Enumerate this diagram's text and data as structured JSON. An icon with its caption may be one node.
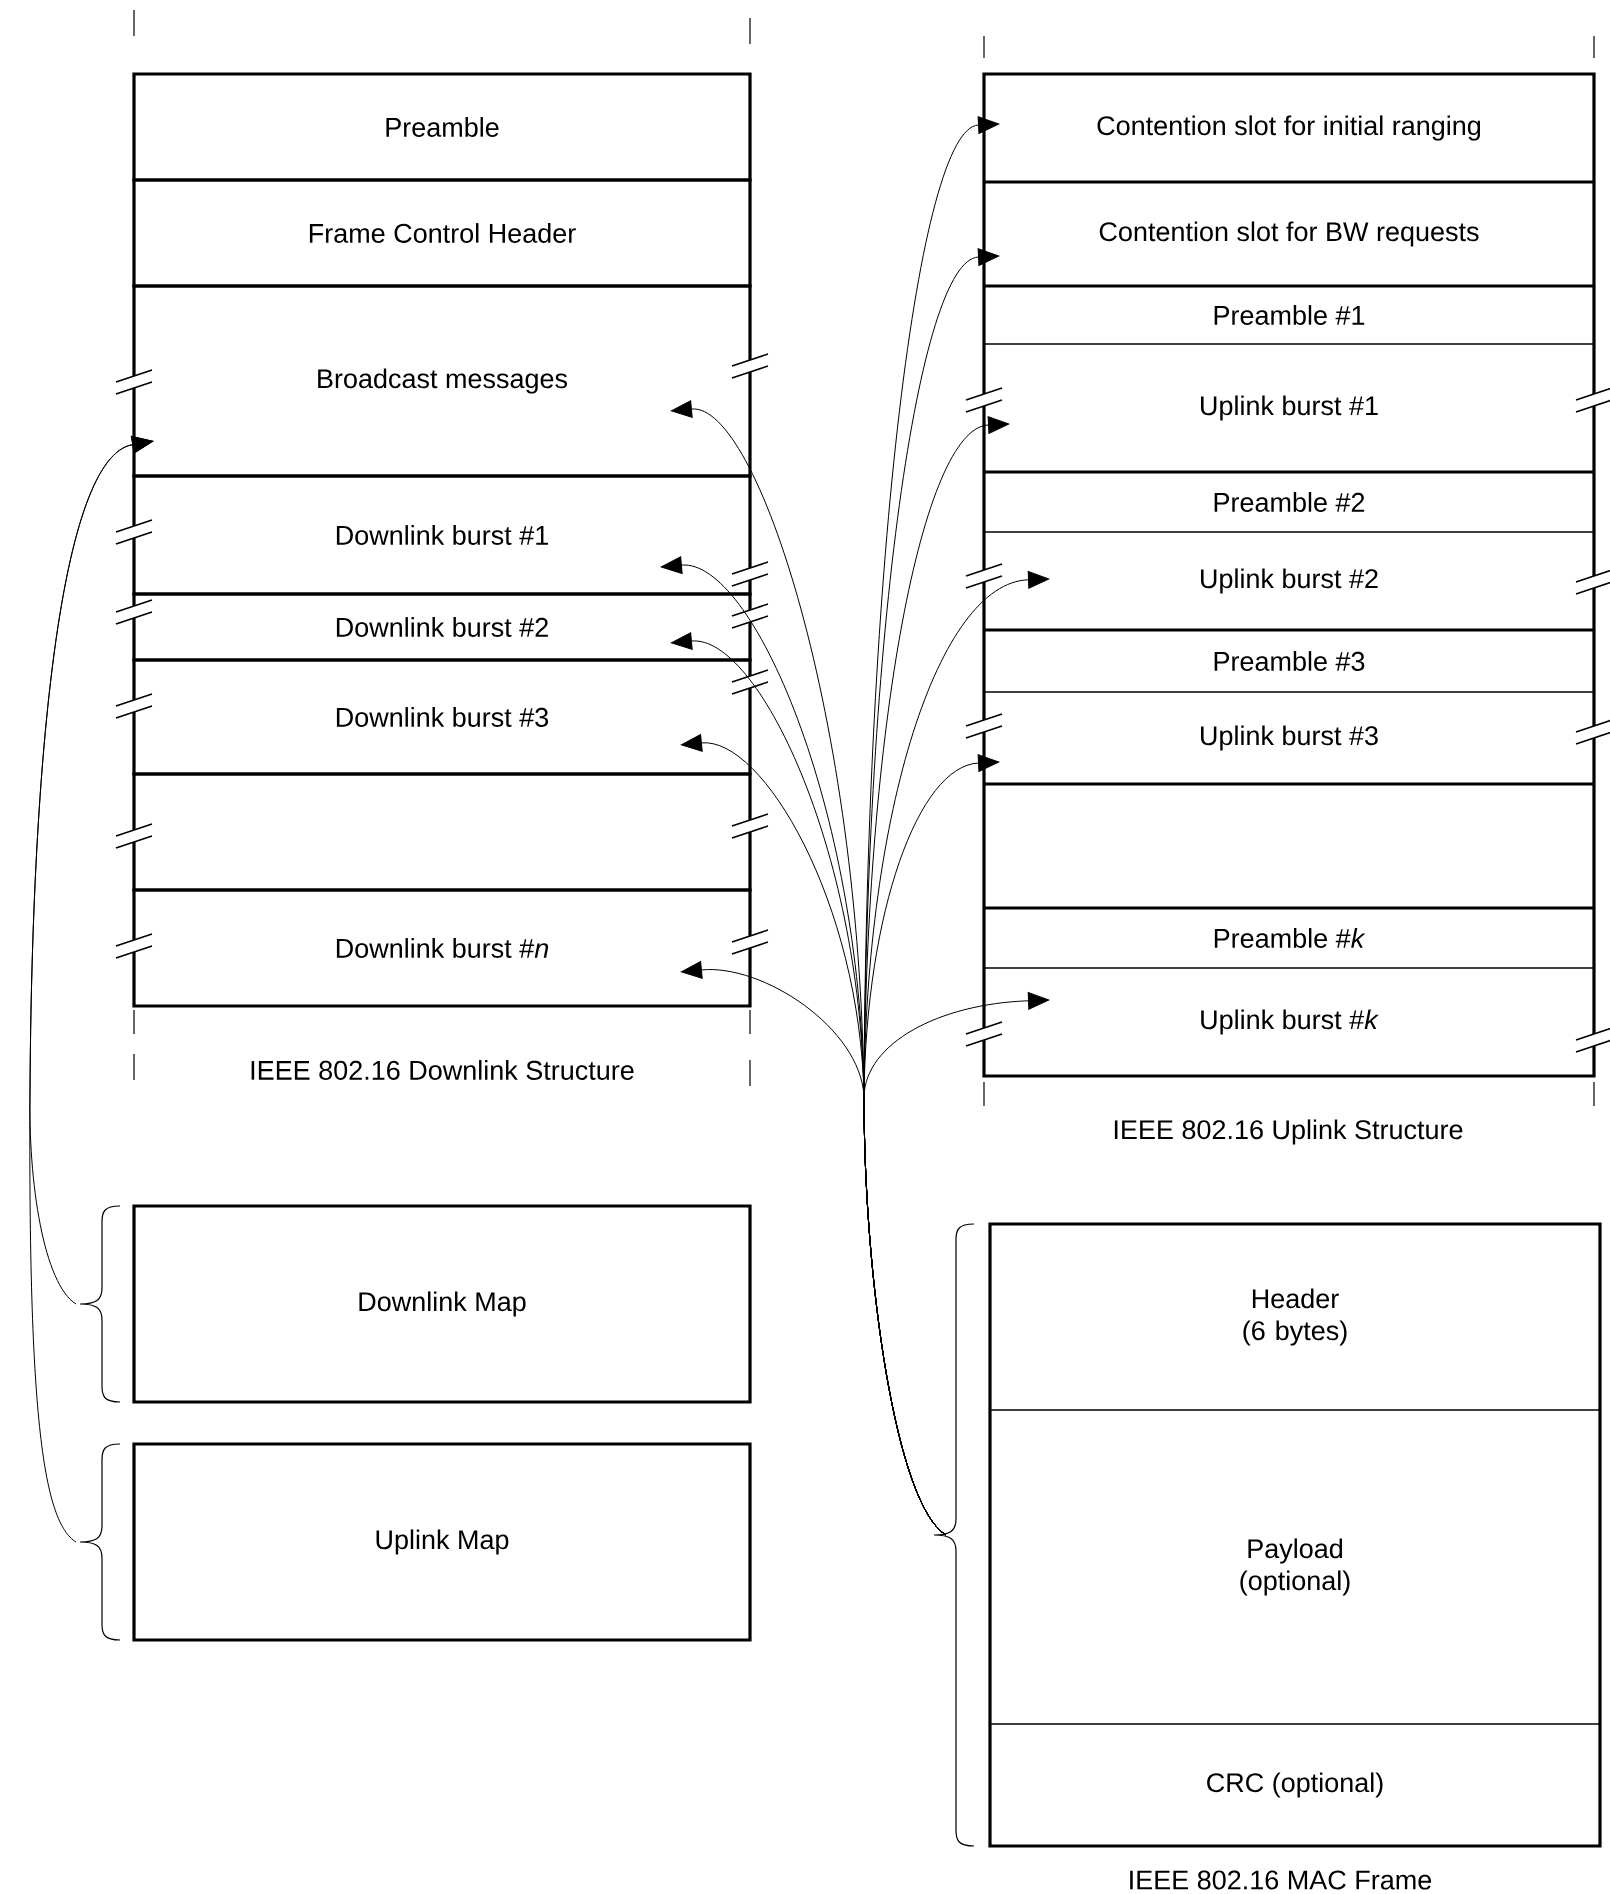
{
  "diagram": {
    "nodes": [
      {
        "text": [
          "Preamble"
        ]
      },
      {
        "text": [
          "Frame Control Header"
        ]
      },
      {
        "text": [
          "Broadcast messages"
        ]
      },
      {
        "text": [
          "Downlink burst #1"
        ]
      },
      {
        "text": [
          "Downlink burst #2"
        ]
      },
      {
        "text": [
          "Downlink burst #3"
        ]
      },
      {
        "text": [],
        "shape": "box"
      },
      {
        "text": [
          "Downlink burst #*n*"
        ]
      },
      {
        "text": [
          "Contention slot for initial ranging"
        ]
      },
      {
        "text": [
          "Contention slot for BW requests"
        ]
      },
      {
        "text": [
          "Preamble #1"
        ]
      },
      {
        "text": [
          "Uplink burst #1"
        ]
      },
      {
        "text": [
          "Preamble #2"
        ]
      },
      {
        "text": [
          "Uplink burst #2"
        ]
      },
      {
        "text": [
          "Preamble #3"
        ]
      },
      {
        "text": [
          "Uplink burst #3"
        ]
      },
      {
        "text": [],
        "shape": "box"
      },
      {
        "text": [
          "Preamble #*k*"
        ]
      },
      {
        "text": [
          "Uplink burst #*k*"
        ]
      },
      {
        "text": [
          "Downlink Map"
        ]
      },
      {
        "text": [
          "Uplink Map"
        ]
      },
      {
        "text": [],
        "shape": "box"
      },
      {
        "text": [
          "Header (6 bytes)"
        ],
        "in": 21
      },
      {
        "text": [
          "Payload (optional)"
        ],
        "in": 21
      },
      {
        "text": [
          "CRC (optional)"
        ],
        "in": 21
      }
    ],
    "edges": [
      {
        "from": 19,
        "to": 2,
        "arrow": "to"
      },
      {
        "from": 20,
        "to": 2,
        "arrow": "to"
      },
      {
        "from": 21,
        "to": 2,
        "arrow": "to"
      },
      {
        "from": 21,
        "to": 3,
        "arrow": "to"
      },
      {
        "from": 21,
        "to": 4,
        "arrow": "to"
      },
      {
        "from": 21,
        "to": 5,
        "arrow": "to"
      },
      {
        "from": 21,
        "to": 7,
        "arrow": "to"
      },
      {
        "from": 21,
        "to": 8,
        "arrow": "to"
      },
      {
        "from": 21,
        "to": 9,
        "arrow": "to"
      },
      {
        "from": 21,
        "to": 11,
        "arrow": "to"
      },
      {
        "from": 21,
        "to": 13,
        "arrow": "to"
      },
      {
        "from": 21,
        "to": 15,
        "arrow": "to"
      },
      {
        "from": 21,
        "to": 18,
        "arrow": "to"
      }
    ],
    "labels": [
      "IEEE 802.16 Downlink Structure",
      "IEEE 802.16 Uplink Structure",
      "IEEE 802.16 MAC Frame"
    ]
  }
}
